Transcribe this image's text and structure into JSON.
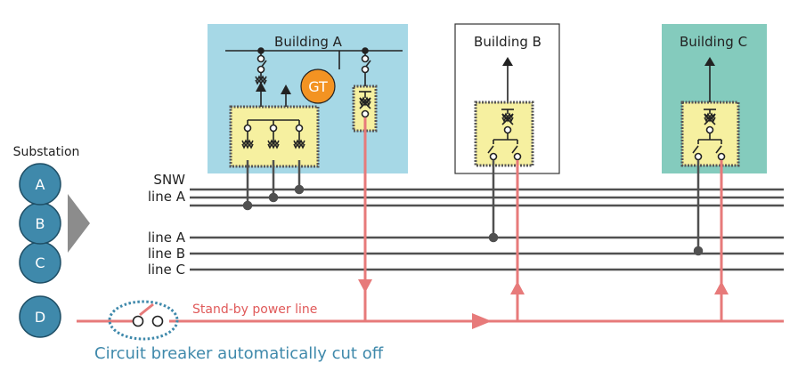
{
  "substation": {
    "label": "Substation",
    "nodes": [
      "A",
      "B",
      "C"
    ],
    "standby_node": "D",
    "node_color": "#3f89ab"
  },
  "lines": {
    "snw_label": "SNW",
    "snw_line_label": "line A",
    "line_a": "line A",
    "line_b": "line B",
    "line_c": "line C"
  },
  "buildings": {
    "a": {
      "title": "Building A",
      "color": "#a6d8e6",
      "generator": "GT"
    },
    "b": {
      "title": "Building B",
      "color": "#ffffff"
    },
    "c": {
      "title": "Building C",
      "color": "#84cbbd"
    }
  },
  "standby": {
    "label": "Stand-by power line",
    "color": "#e77a7a"
  },
  "breaker": {
    "label": "Circuit breaker automatically cut off",
    "color": "#3f89ab"
  },
  "colors": {
    "line": "#505050",
    "panel": "#f6f0a0",
    "generator": "#f39322",
    "arrow_gray": "#8c8c8c"
  }
}
